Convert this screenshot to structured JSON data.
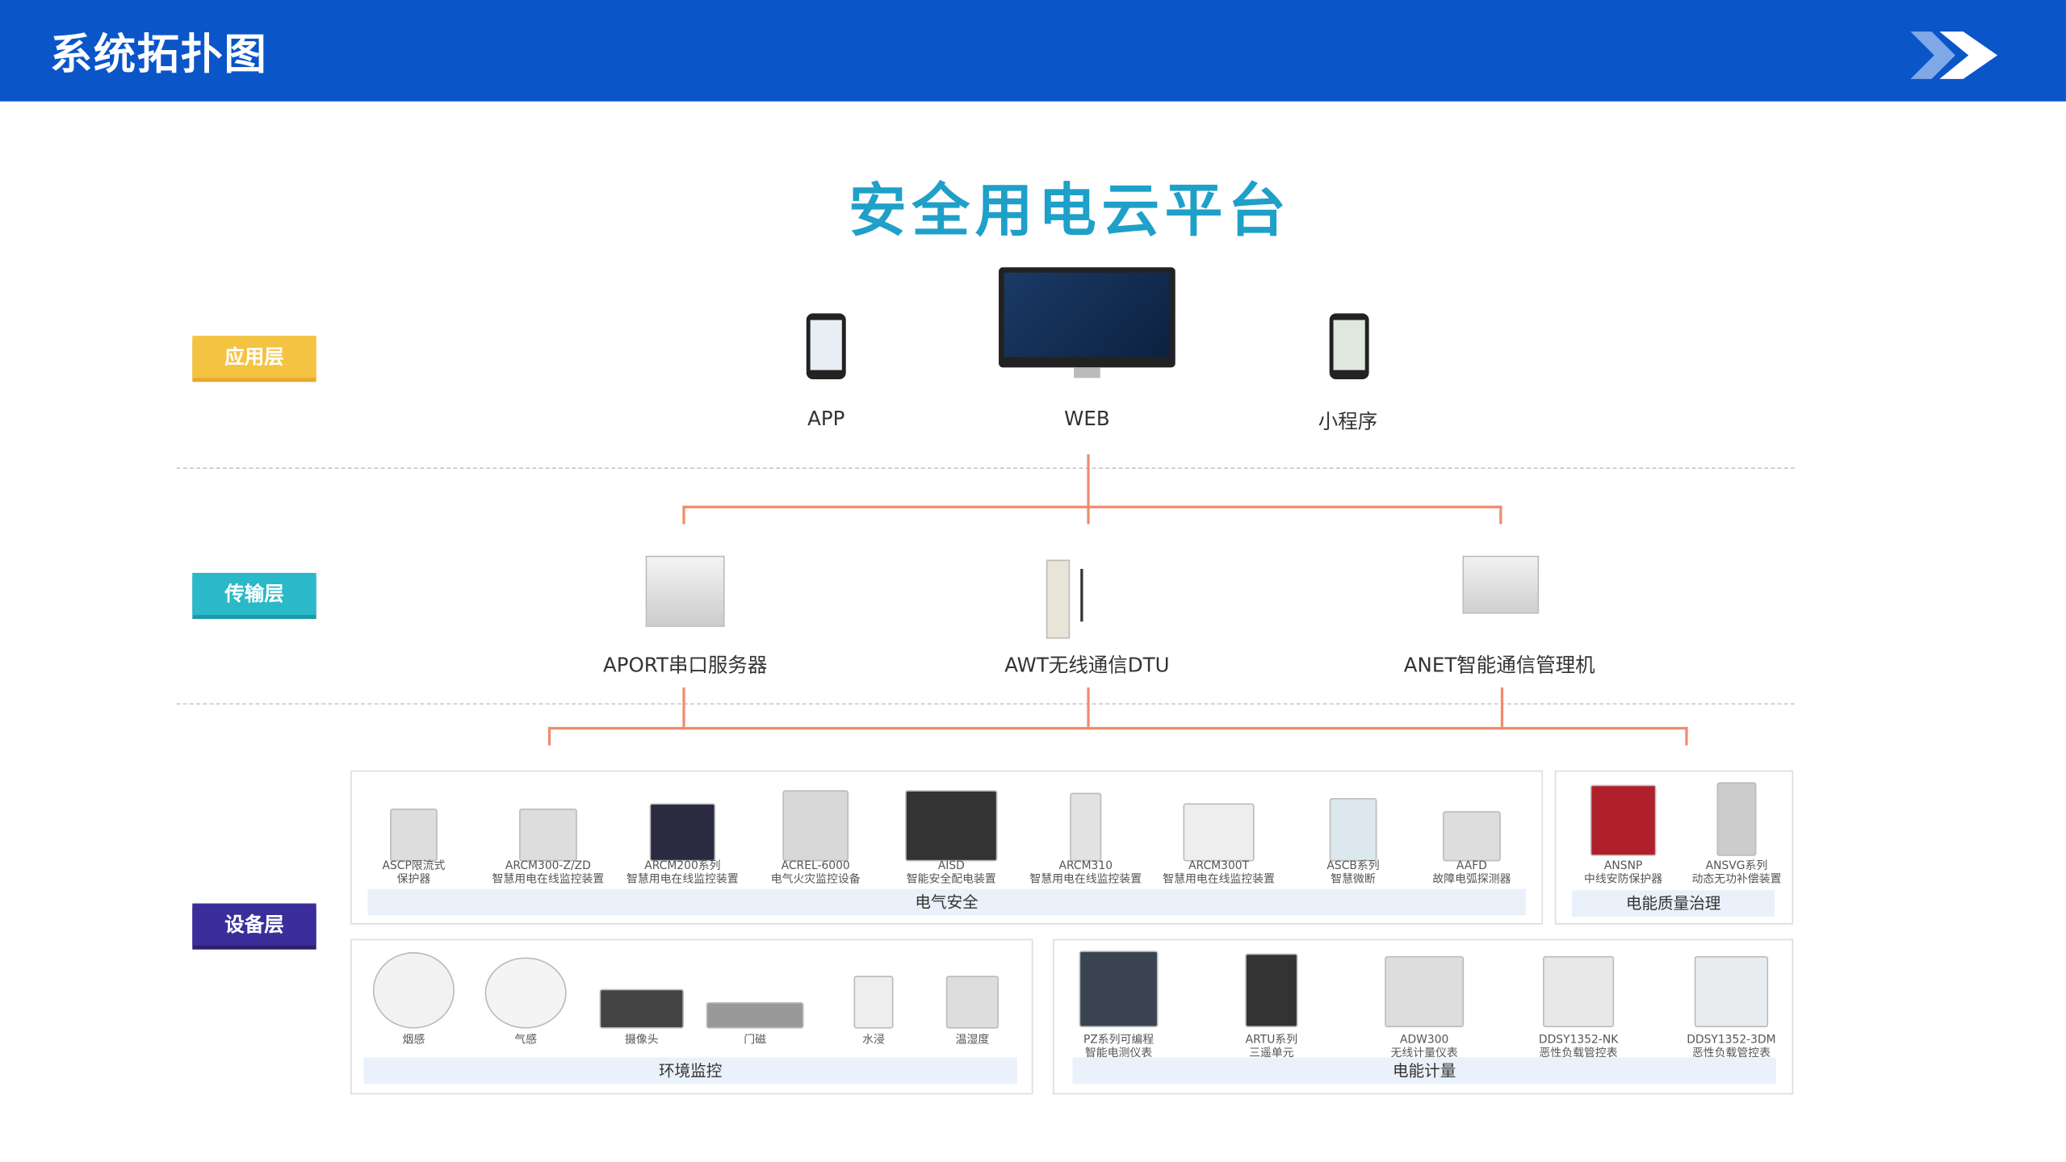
{
  "header": {
    "title": "系统拓扑图",
    "icon": "double-chevron-right-icon"
  },
  "platform_title": "安全用电云平台",
  "colors": {
    "header": "#0a55c8",
    "title": "#1ea0c8",
    "app_layer": "#f5c342",
    "transport_layer": "#2bb8c8",
    "device_layer": "#3b2e9a",
    "connector": "#f08c6c"
  },
  "layers": {
    "app": "应用层",
    "transport": "传输层",
    "device": "设备层"
  },
  "app_layer": [
    {
      "label": "APP"
    },
    {
      "label": "WEB"
    },
    {
      "label": "小程序"
    }
  ],
  "transport_layer": [
    {
      "label": "APORT串口服务器"
    },
    {
      "label": "AWT无线通信DTU"
    },
    {
      "label": "ANET智能通信管理机"
    }
  ],
  "groups": {
    "electrical_safety": {
      "title": "电气安全",
      "items": [
        {
          "l1": "ASCP限流式",
          "l2": "保护器"
        },
        {
          "l1": "ARCM300-Z/ZD",
          "l2": "智慧用电在线监控装置"
        },
        {
          "l1": "ARCM200系列",
          "l2": "智慧用电在线监控装置"
        },
        {
          "l1": "ACREL-6000",
          "l2": "电气火灾监控设备"
        },
        {
          "l1": "AISD",
          "l2": "智能安全配电装置"
        },
        {
          "l1": "ARCM310",
          "l2": "智慧用电在线监控装置"
        },
        {
          "l1": "ARCM300T",
          "l2": "智慧用电在线监控装置"
        },
        {
          "l1": "ASCB系列",
          "l2": "智慧微断"
        },
        {
          "l1": "AAFD",
          "l2": "故障电弧探测器"
        }
      ]
    },
    "power_quality": {
      "title": "电能质量治理",
      "items": [
        {
          "l1": "ANSNP",
          "l2": "中线安防保护器"
        },
        {
          "l1": "ANSVG系列",
          "l2": "动态无功补偿装置"
        }
      ]
    },
    "environment": {
      "title": "环境监控",
      "items": [
        {
          "l1": "烟感"
        },
        {
          "l1": "气感"
        },
        {
          "l1": "摄像头"
        },
        {
          "l1": "门磁"
        },
        {
          "l1": "水浸"
        },
        {
          "l1": "温湿度"
        }
      ]
    },
    "metering": {
      "title": "电能计量",
      "items": [
        {
          "l1": "PZ系列可编程",
          "l2": "智能电测仪表"
        },
        {
          "l1": "ARTU系列",
          "l2": "三遥单元"
        },
        {
          "l1": "ADW300",
          "l2": "无线计量仪表"
        },
        {
          "l1": "DDSY1352-NK",
          "l2": "恶性负载管控表"
        },
        {
          "l1": "DDSY1352-3DM",
          "l2": "恶性负载管控表"
        }
      ]
    }
  }
}
